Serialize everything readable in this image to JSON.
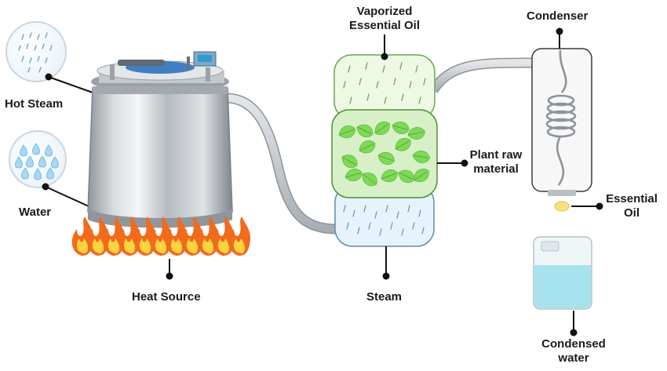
{
  "labels": {
    "hot_steam": "Hot Steam",
    "water": "Water",
    "heat_source": "Heat Source",
    "vaporized_line1": "Vaporized",
    "vaporized_line2": "Essential Oil",
    "steam": "Steam",
    "plant_line1": "Plant raw",
    "plant_line2": "material",
    "condenser": "Condenser",
    "essential_oil_line1": "Essential",
    "essential_oil_line2": "Oil",
    "condensed_line1": "Condensed",
    "condensed_line2": "water"
  },
  "colors": {
    "tank_metal": "#b9bec3",
    "flame_outer": "#f26a1b",
    "flame_inner": "#ffd23f",
    "leaf": "#7ed957",
    "vapor_chamber": "#eef8e4",
    "vapor_border": "#6aa84f",
    "steam_chamber": "#e6f3fb",
    "water_drop": "#a9d8f3",
    "condensed_water": "#a7e3ee",
    "pipe": "#c9cdd1",
    "oil_drop": "#f6e27a"
  },
  "icons": [
    "hot-steam-icon",
    "water-drops-icon",
    "flame-icon",
    "leaf-icon",
    "coil-icon",
    "oil-drop-icon",
    "jug-icon"
  ]
}
